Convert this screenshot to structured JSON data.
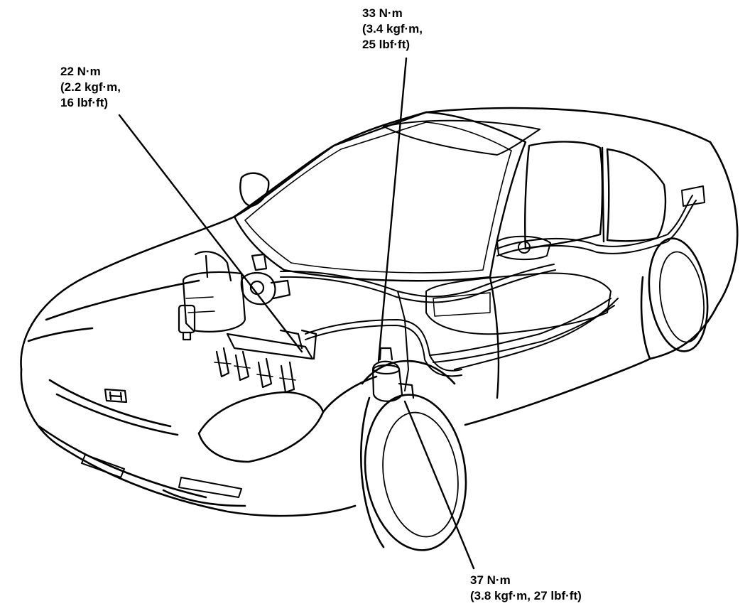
{
  "callouts": {
    "injector_rail": {
      "torque_nm": "22 N·m",
      "torque_kgf": "(2.2 kgf·m,",
      "torque_lbf": "16 lbf·ft)"
    },
    "fuel_filter": {
      "torque_nm": "33 N·m",
      "torque_kgf": "(3.4 kgf·m,",
      "torque_lbf": "25 lbf·ft)"
    },
    "line_fitting": {
      "torque_nm": "37 N·m",
      "torque_full": "(3.8 kgf·m, 27 lbf·ft)"
    }
  }
}
